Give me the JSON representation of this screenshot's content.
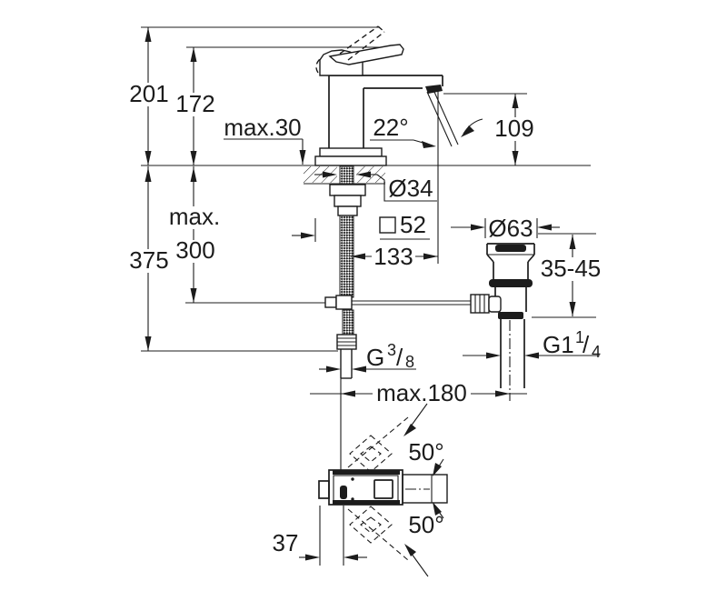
{
  "colors": {
    "line": "#1c1c1c",
    "background": "#ffffff"
  },
  "drawing": {
    "type": "technical-installation-drawing",
    "views": {
      "side_view": "single-hole basin mixer with pop-up waste",
      "top_view": "handle swivel range"
    },
    "labels": {
      "total_height": "201",
      "body_height": "172",
      "deck_thickness": "max.30",
      "spout_angle": "22°",
      "spout_height": "109",
      "hole_diameter": "Ø34",
      "base_square_value": "52",
      "spout_reach": "133",
      "below_deck_word": "max.",
      "below_deck_value": "300",
      "total_below_height": "375",
      "drain_flange_diameter": "Ø63",
      "basin_thickness_range": "35-45",
      "supply_thread_g": "G",
      "supply_thread_num": "3",
      "supply_thread_slash": "/",
      "supply_thread_den": "8",
      "drain_thread_g": "G1",
      "drain_thread_num": "1",
      "drain_thread_slash": "/",
      "drain_thread_den": "4",
      "max_spread": "max.180",
      "handle_swing_up": "50°",
      "handle_swing_down": "50°",
      "handle_offset": "37"
    }
  }
}
